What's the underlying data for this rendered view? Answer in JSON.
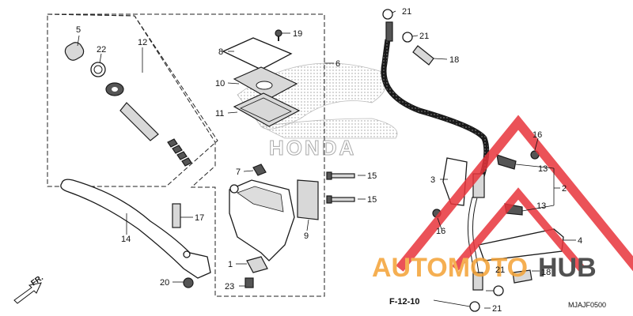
{
  "diagram": {
    "brand_logo_text": "HONDA",
    "watermark": {
      "part1": "AUTOMOTO",
      "part2": "HUB"
    },
    "reference": "F-12-10",
    "front_label": "FR.",
    "diagram_code": "MJAJF0500",
    "callouts": [
      "1",
      "2",
      "3",
      "4",
      "5",
      "6",
      "7",
      "8",
      "9",
      "10",
      "11",
      "12",
      "13",
      "13",
      "14",
      "15",
      "15",
      "16",
      "16",
      "17",
      "18",
      "18",
      "19",
      "20",
      "21",
      "21",
      "21",
      "21",
      "22",
      "23"
    ],
    "colors": {
      "line": "#1a1a1a",
      "watermark_red": "#e8343b",
      "watermark_orange": "#f4a235"
    }
  }
}
